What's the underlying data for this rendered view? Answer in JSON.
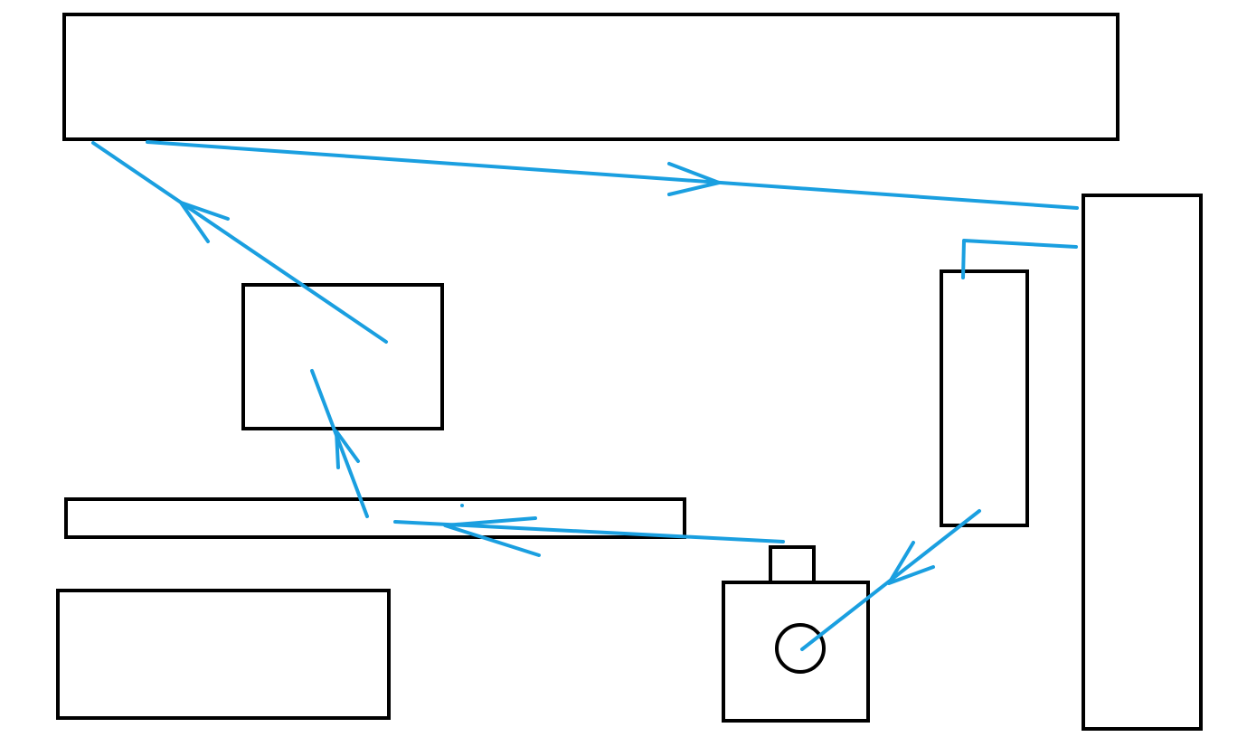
{
  "colors": {
    "outline": "#000000",
    "path": "#1a9fe0",
    "background": "#ffffff"
  },
  "objects": [
    {
      "name": "top-long-block"
    },
    {
      "name": "right-tall-block"
    },
    {
      "name": "right-inner-block"
    },
    {
      "name": "center-left-block"
    },
    {
      "name": "middle-thin-shelf"
    },
    {
      "name": "bottom-left-block"
    },
    {
      "name": "source-device-body"
    },
    {
      "name": "source-device-top"
    },
    {
      "name": "source-device-lens"
    }
  ],
  "path_segments": [
    {
      "name": "segment-lens-to-right-inner"
    },
    {
      "name": "segment-right-inner-hook"
    },
    {
      "name": "segment-top-block-to-right"
    },
    {
      "name": "segment-left-diagonal-up"
    },
    {
      "name": "segment-short-up"
    },
    {
      "name": "segment-shelf-left"
    }
  ],
  "arrowheads": [
    {
      "name": "arrowhead-lower-right"
    },
    {
      "name": "arrowhead-top-right"
    },
    {
      "name": "arrowhead-upper-left"
    },
    {
      "name": "arrowhead-middle-up"
    },
    {
      "name": "arrowhead-shelf-left"
    }
  ]
}
